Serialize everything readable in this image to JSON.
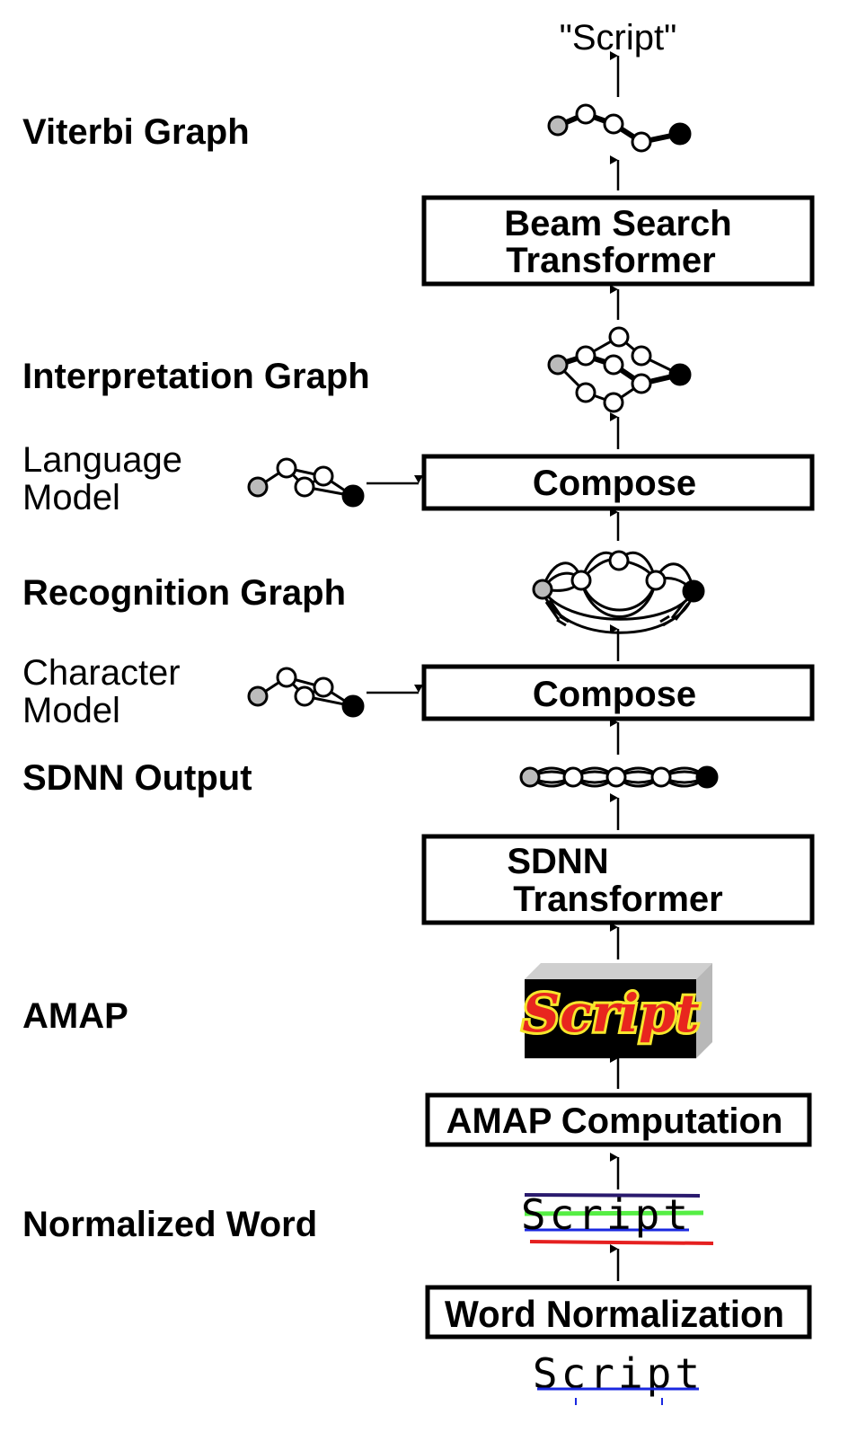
{
  "output_label": "\"Script\"",
  "left_labels": {
    "viterbi": "Viterbi Graph",
    "interpretation": "Interpretation Graph",
    "language_line1": "Language",
    "language_line2": "Model",
    "recognition": "Recognition Graph",
    "character_line1": "Character",
    "character_line2": "Model",
    "sdnn_output": "SDNN Output",
    "amap": "AMAP",
    "normalized_word": "Normalized Word"
  },
  "boxes": {
    "beam_line1": "Beam Search",
    "beam_line2": "Transformer",
    "compose_lm": "Compose",
    "compose_cm": "Compose",
    "sdnn_line1": "SDNN",
    "sdnn_line2": "Transformer",
    "amap_computation": "AMAP Computation",
    "word_normalization": "Word Normalization"
  },
  "images": {
    "amap_word": "Script",
    "normalized_word": "Script",
    "input_word": "Script"
  },
  "colors": {
    "start_node": "#bbbbbb",
    "end_node": "#000000",
    "amap_bg": "#000000",
    "amap_red": "#e8261e",
    "amap_yellow": "#f6e62c",
    "ascender_line": "#2a1a6e",
    "upper_line": "#55ee44",
    "baseline": "#1a28e0",
    "descender_line": "#e52020"
  }
}
